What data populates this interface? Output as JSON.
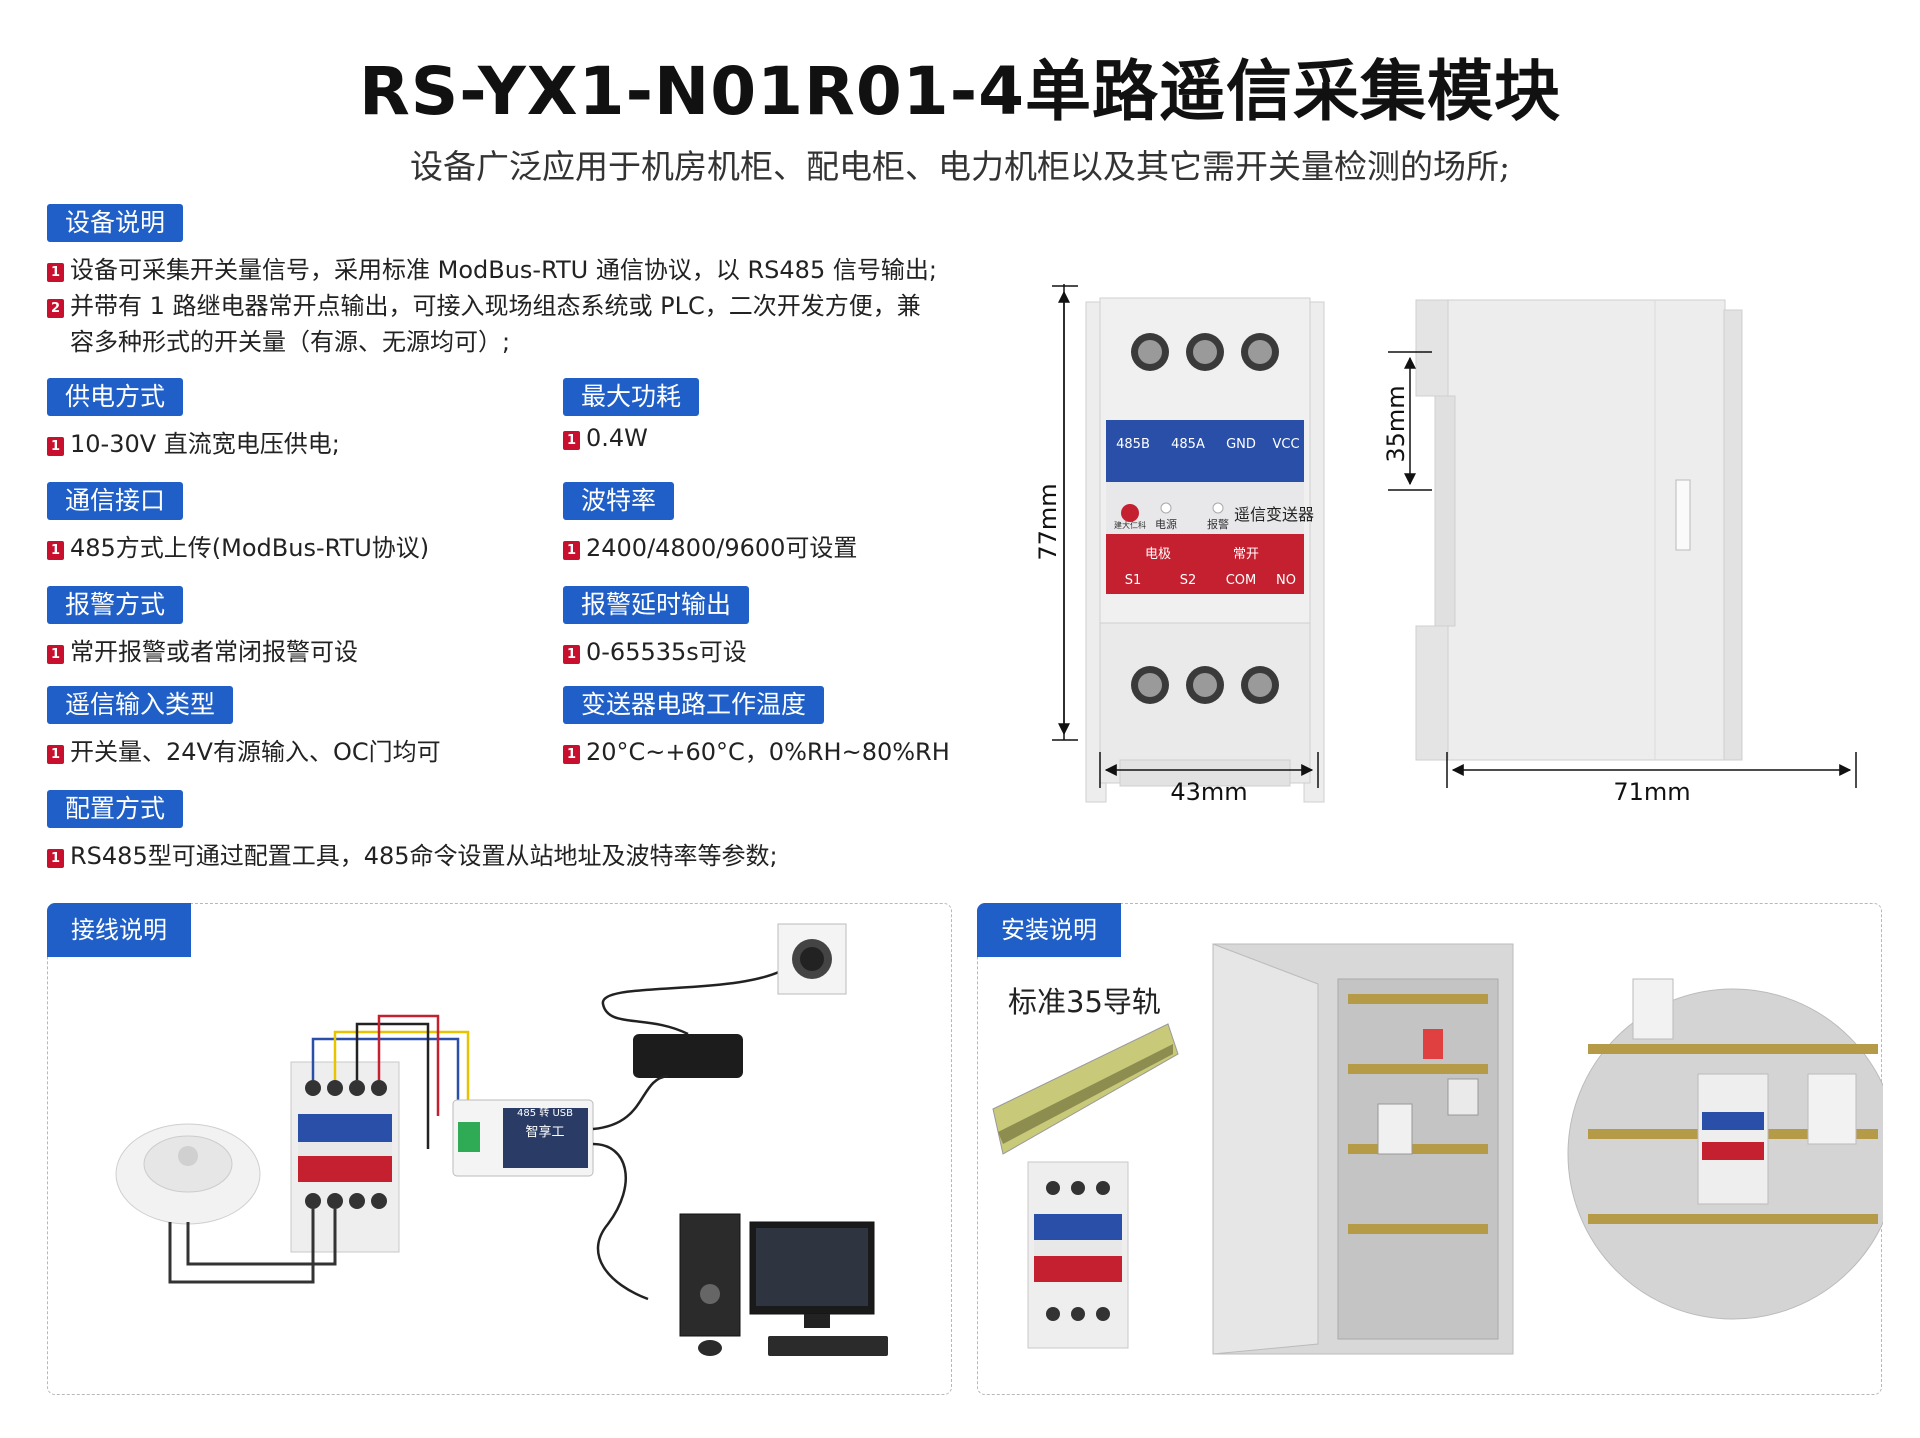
{
  "header": {
    "title": "RS-YX1-N01R01-4单路遥信采集模块",
    "subtitle": "设备广泛应用于机房机柜、配电柜、电力机柜以及其它需开关量检测的场所;"
  },
  "description": {
    "label": "设备说明",
    "item1_num": "1",
    "item1": "设备可采集开关量信号，采用标准 ModBus-RTU 通信协议，以 RS485 信号输出;",
    "item2_num": "2",
    "item2_line1": "并带有 1 路继电器常开点输出，可接入现场组态系统或 PLC，二次开发方便，兼",
    "item2_line2": "容多种形式的开关量（有源、无源均可）;"
  },
  "specs": {
    "power": {
      "label": "供电方式",
      "value": "10-30V 直流宽电压供电;"
    },
    "max_power": {
      "label": "最大功耗",
      "value": "0.4W"
    },
    "interface": {
      "label": "通信接口",
      "value": "485方式上传(ModBus-RTU协议)"
    },
    "baud": {
      "label": "波特率",
      "value": "2400/4800/9600可设置"
    },
    "alarm_mode": {
      "label": "报警方式",
      "value": "常开报警或者常闭报警可设"
    },
    "alarm_delay": {
      "label": "报警延时输出",
      "value": "0-65535s可设"
    },
    "input_type": {
      "label": "遥信输入类型",
      "value": "开关量、24V有源输入、OC门均可"
    },
    "temp": {
      "label": "变送器电路工作温度",
      "value": "20°C~+60°C，0%RH~80%RH"
    },
    "config": {
      "label": "配置方式",
      "value": "RS485型可通过配置工具，485命令设置从站地址及波特率等参数;"
    },
    "num": "1"
  },
  "device": {
    "terminals_top": [
      "485B",
      "485A",
      "GND",
      "VCC"
    ],
    "led_power": "电源",
    "led_alarm": "报警",
    "name": "遥信变送器",
    "group_electrode": "电极",
    "group_normal_open": "常开",
    "terminals_bottom": [
      "S1",
      "S2",
      "COM",
      "NO"
    ],
    "brand": "建大仁科"
  },
  "dimensions": {
    "height": "77mm",
    "width": "43mm",
    "rail": "35mm",
    "depth": "71mm"
  },
  "wiring": {
    "label": "接线说明",
    "converter_label": "485 转 USB",
    "converter_brand": "智享工"
  },
  "install": {
    "label": "安装说明",
    "rail_label": "标准35导轨"
  },
  "colors": {
    "accent_blue": "#1f5fc7",
    "num_red": "#c8102e",
    "device_blue": "#2a4fa8",
    "device_red": "#c52030"
  }
}
